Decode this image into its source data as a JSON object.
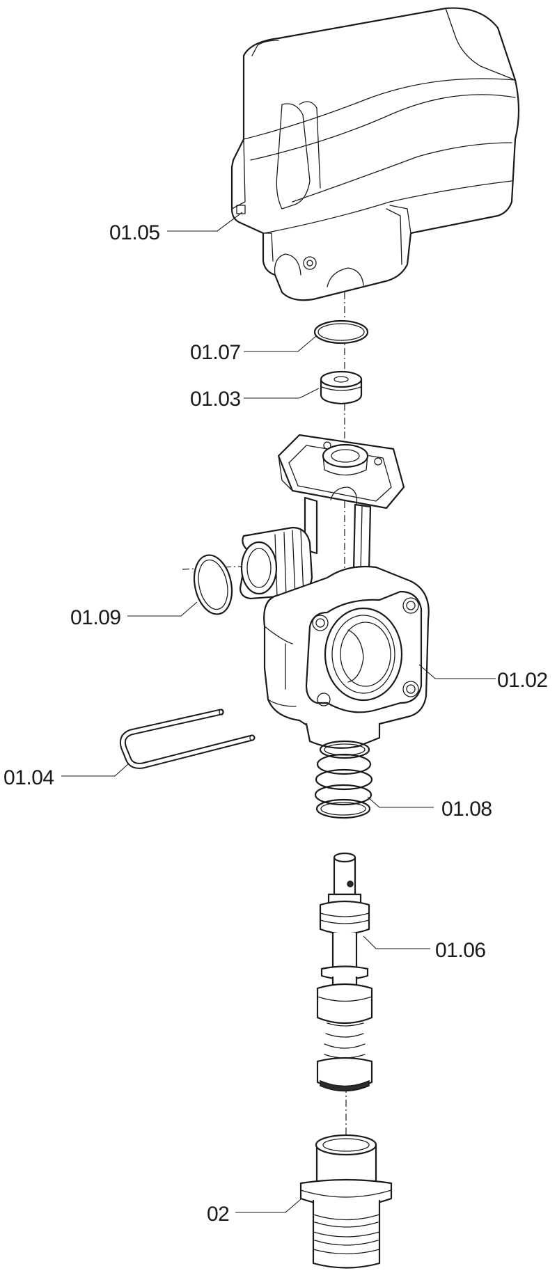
{
  "callouts": {
    "c0105": "01.05",
    "c0107": "01.07",
    "c0103": "01.03",
    "c0109": "01.09",
    "c0102": "01.02",
    "c0104": "01.04",
    "c0108": "01.08",
    "c0106": "01.06",
    "c02": "02"
  }
}
